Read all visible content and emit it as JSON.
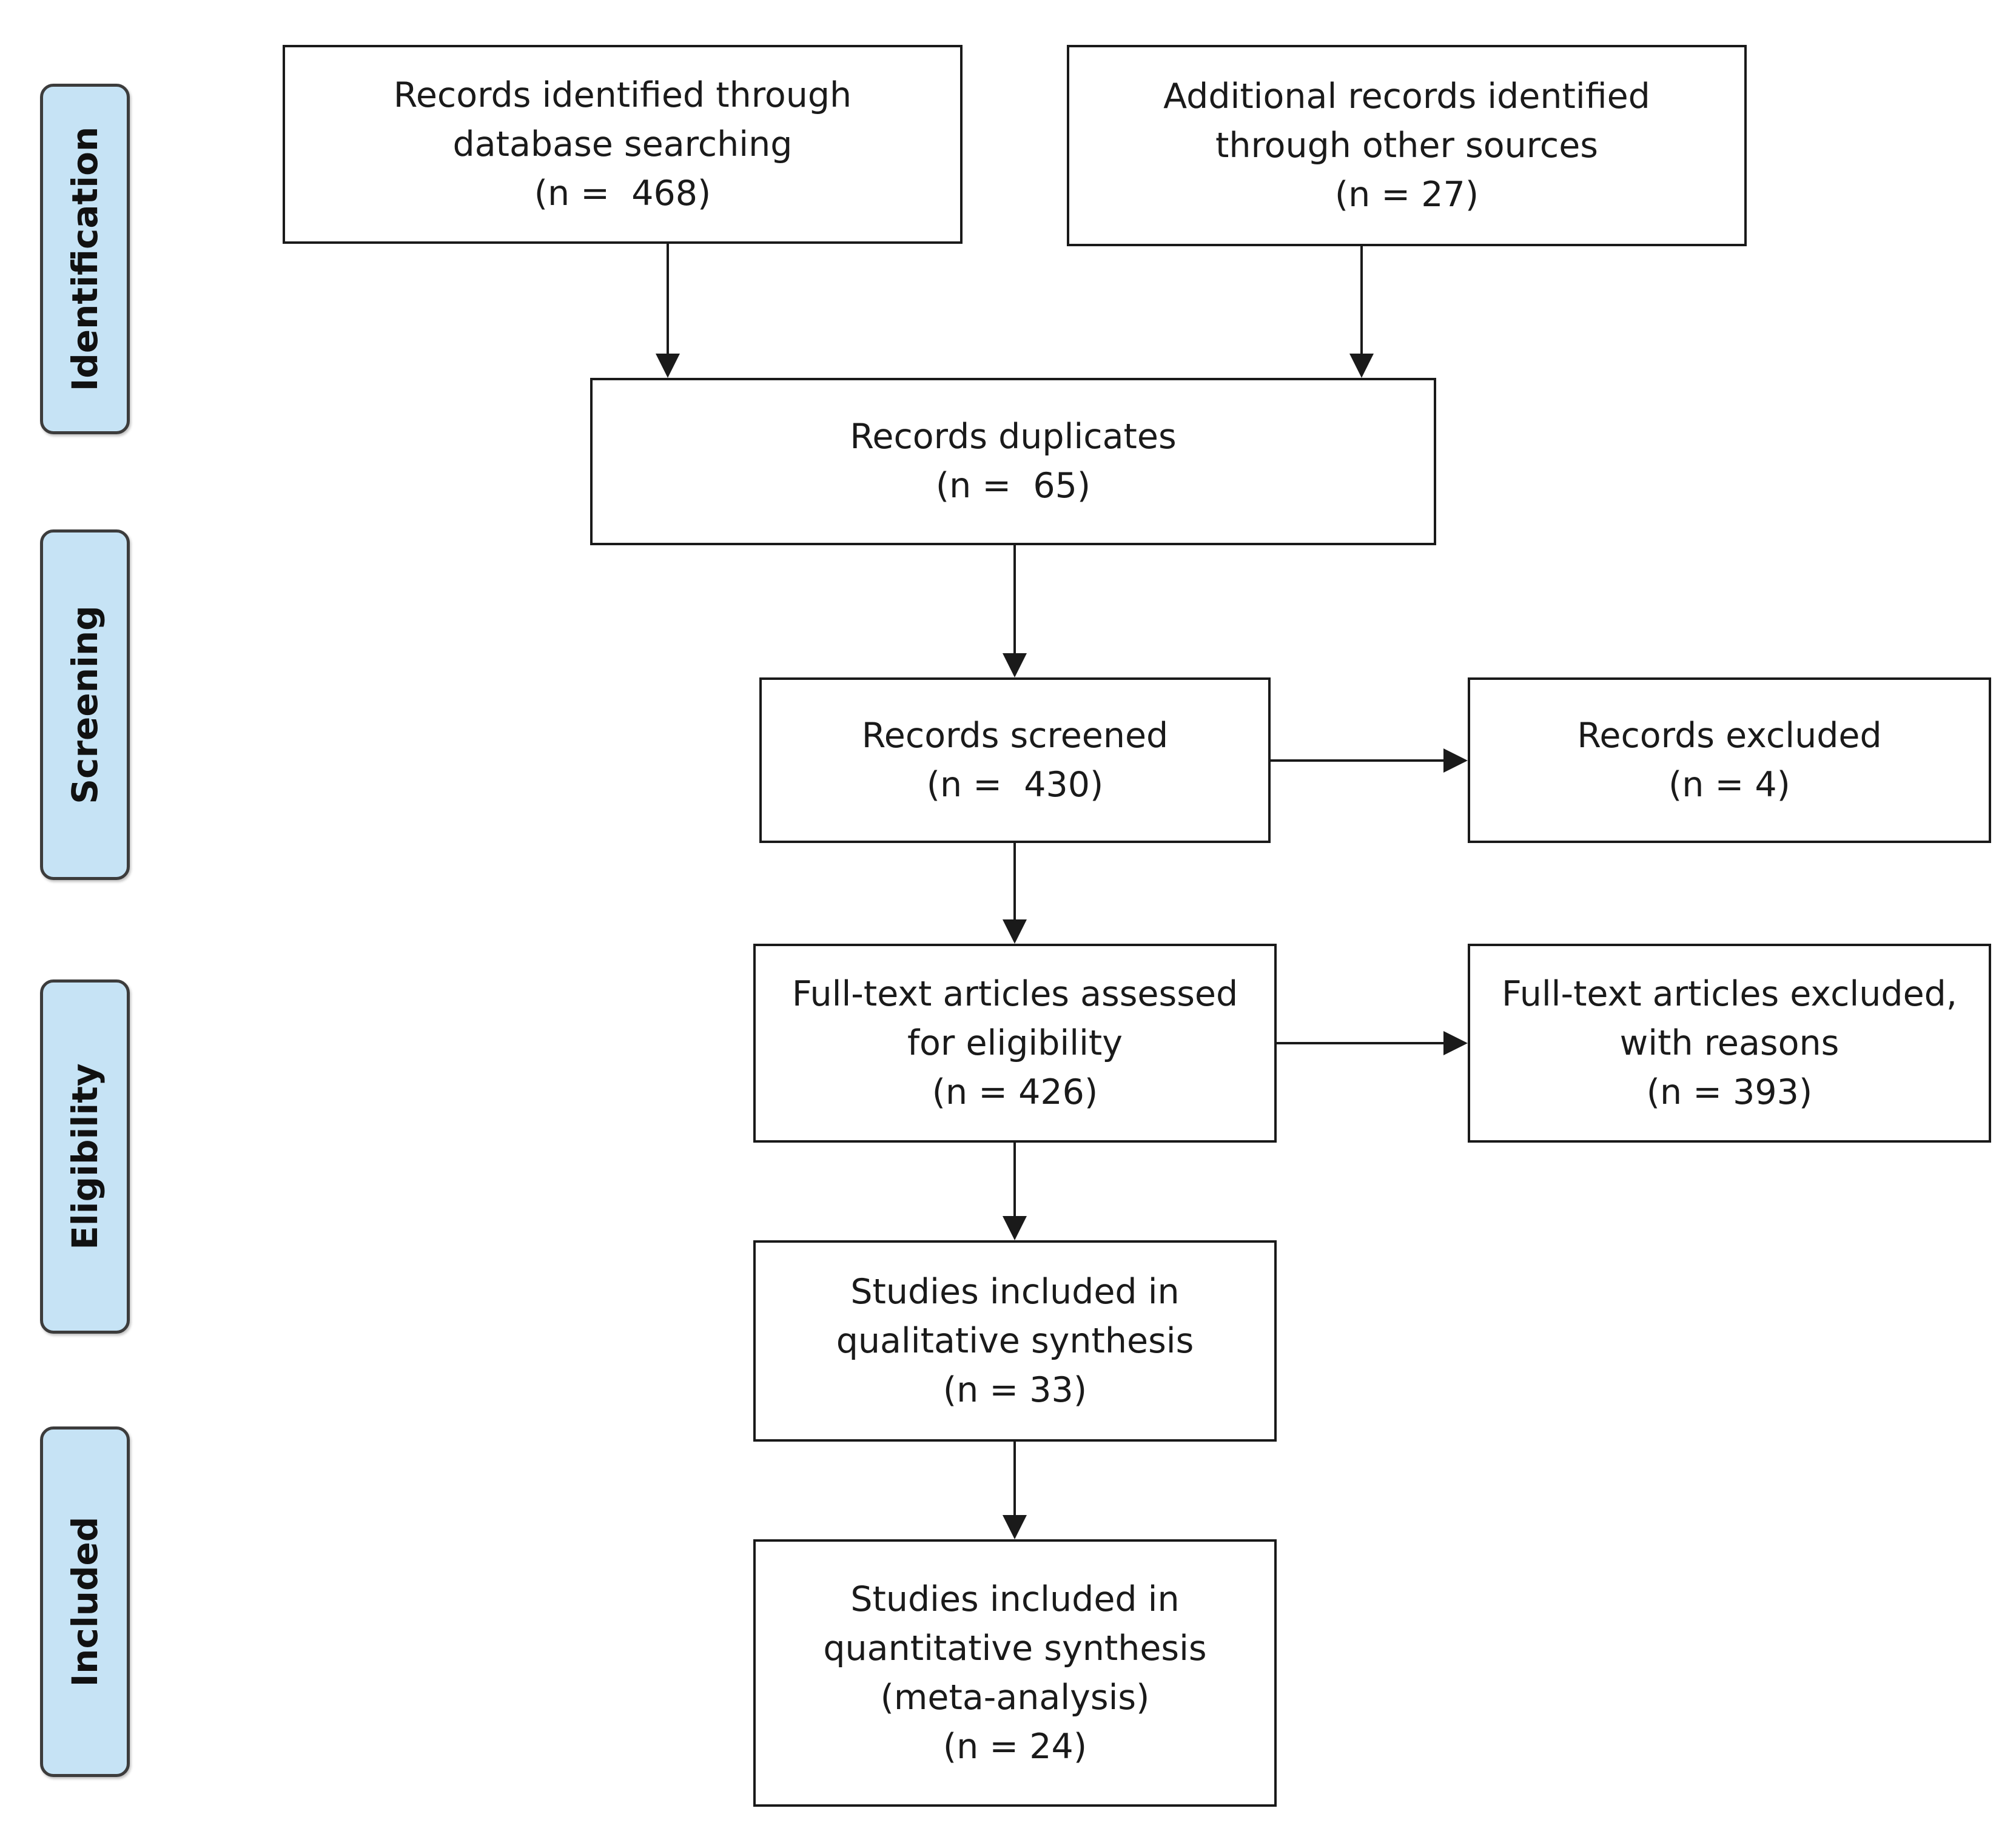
{
  "phases": {
    "identification": "Identification",
    "screening": "Screening",
    "eligibility": "Eligibility",
    "included": "Included"
  },
  "boxes": {
    "database_records": {
      "lines": [
        "Records identified through",
        "database searching",
        "(n =  468)"
      ]
    },
    "other_records": {
      "lines": [
        "Additional records identified",
        "through other sources",
        "(n = 27)"
      ]
    },
    "duplicates": {
      "lines": [
        "Records duplicates",
        "(n =  65)"
      ]
    },
    "screened": {
      "lines": [
        "Records screened",
        "(n =  430)"
      ]
    },
    "excluded": {
      "lines": [
        "Records excluded",
        "(n = 4)"
      ]
    },
    "fulltext_assessed": {
      "lines": [
        "Full-text articles assessed",
        "for eligibility",
        "(n = 426)"
      ]
    },
    "fulltext_excluded": {
      "lines": [
        "Full-text articles excluded,",
        "with reasons",
        "(n = 393)"
      ]
    },
    "qualitative": {
      "lines": [
        "Studies included in",
        "qualitative synthesis",
        "(n = 33)"
      ]
    },
    "quantitative": {
      "lines": [
        "Studies included in",
        "quantitative synthesis",
        "(meta-analysis)",
        "(n = 24)"
      ]
    }
  },
  "colors": {
    "phase_fill": "#c6e3f5",
    "stroke": "#1a1a1a"
  }
}
